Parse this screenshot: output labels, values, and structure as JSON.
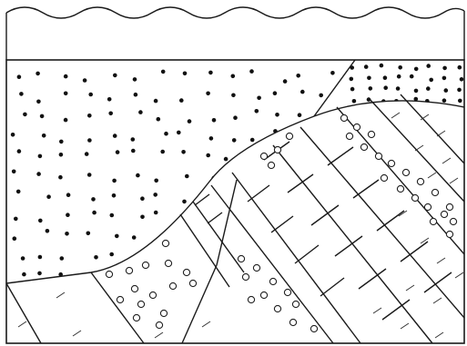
{
  "diagram": {
    "type": "geologic-cross-section",
    "colors": {
      "background": "#ffffff",
      "ink": "#1a1a1a"
    },
    "units": [
      {
        "id": "water",
        "pattern": "blank",
        "upper_boundary": "wavy"
      },
      {
        "id": "upper-sand",
        "pattern": "dots"
      },
      {
        "id": "upper-right-sand",
        "pattern": "dots"
      },
      {
        "id": "conglomerate-beds",
        "pattern": "circles"
      },
      {
        "id": "limestone-beds",
        "pattern": "brick"
      },
      {
        "id": "shale-beds",
        "pattern": "dashes"
      }
    ],
    "structures": [
      "unconformity-curve",
      "fault",
      "tilted-strata"
    ]
  }
}
